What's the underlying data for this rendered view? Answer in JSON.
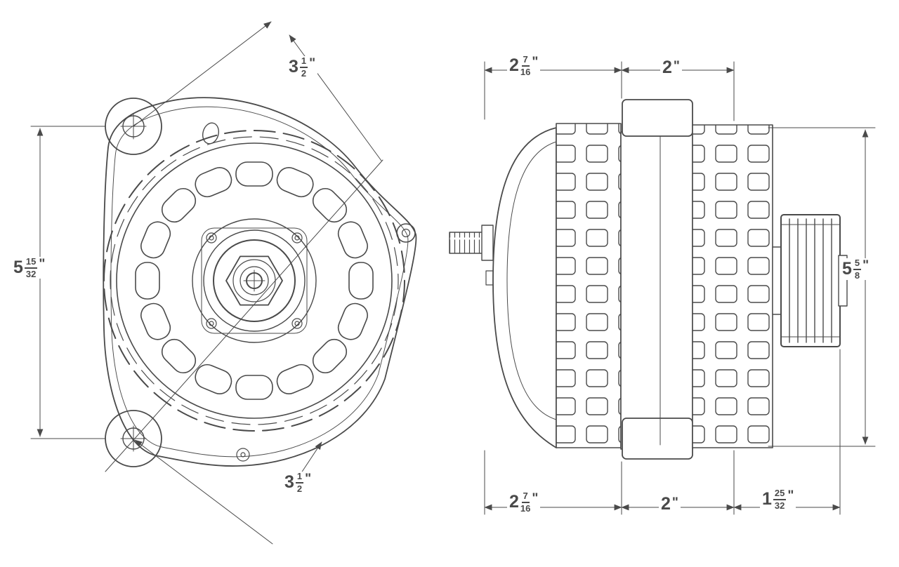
{
  "drawing": {
    "subject": "alternator two-view dimensioned drawing",
    "line_color": "#4a4a4a",
    "background_color": "#ffffff"
  },
  "dims": {
    "front_top_diag": {
      "whole": "3",
      "num": "1",
      "den": "2",
      "unit": "\""
    },
    "front_left_height": {
      "whole": "5",
      "num": "15",
      "den": "32",
      "unit": "\""
    },
    "front_bottom_diag": {
      "whole": "3",
      "num": "1",
      "den": "2",
      "unit": "\""
    },
    "side_top_left": {
      "whole": "2",
      "num": "7",
      "den": "16",
      "unit": "\""
    },
    "side_top_right": {
      "whole": "2",
      "unit": "\""
    },
    "side_right_height": {
      "whole": "5",
      "num": "5",
      "den": "8",
      "unit": "\""
    },
    "side_bottom_left": {
      "whole": "2",
      "num": "7",
      "den": "16",
      "unit": "\""
    },
    "side_bottom_mid": {
      "whole": "2",
      "unit": "\""
    },
    "side_bottom_right": {
      "whole": "1",
      "num": "25",
      "den": "32",
      "unit": "\""
    }
  }
}
